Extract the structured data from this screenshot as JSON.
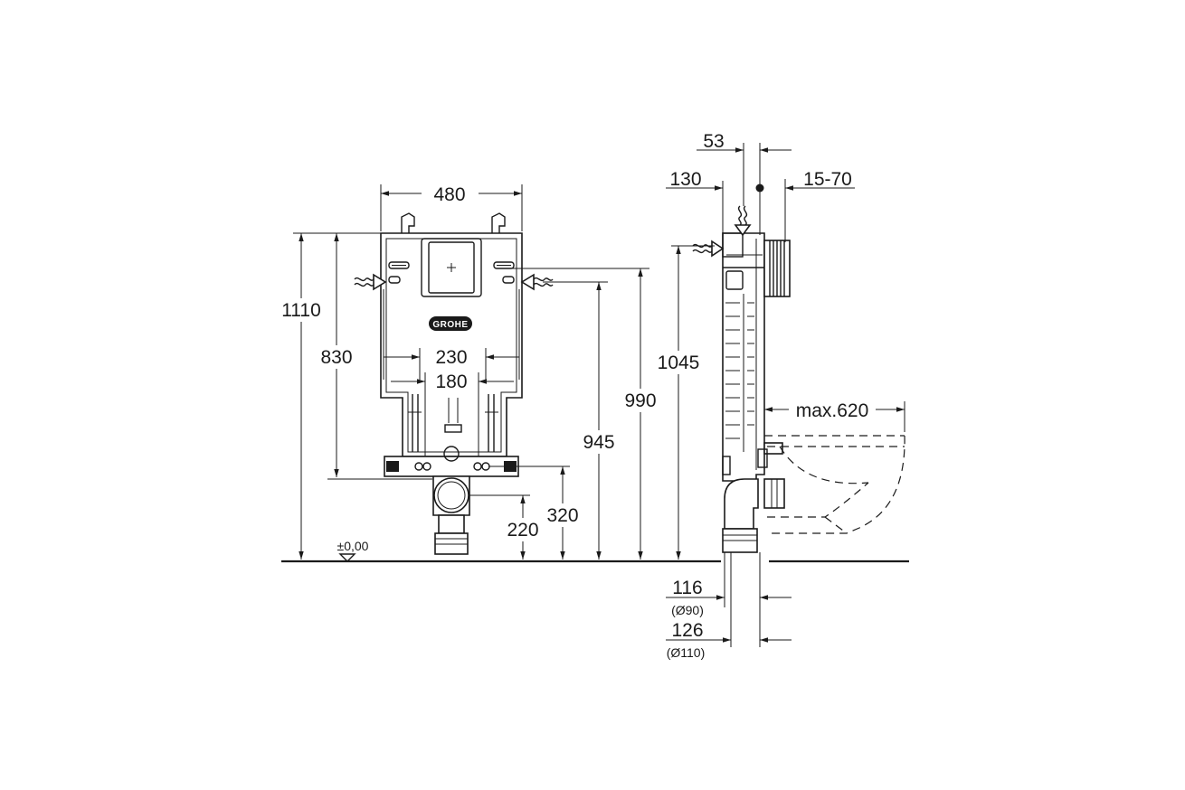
{
  "front_view": {
    "dims": {
      "width_480": "480",
      "height_1110": "1110",
      "height_830": "830",
      "spacing_230": "230",
      "spacing_180": "180",
      "height_945": "945",
      "height_990": "990",
      "height_320": "320",
      "height_220": "220"
    },
    "floor_level": "±0,00",
    "logo": "GROHE"
  },
  "side_view": {
    "dims": {
      "depth_53": "53",
      "depth_130": "130",
      "range_15_70": "15-70",
      "height_1045": "1045",
      "max_620": "max.620",
      "offset_116": "116",
      "pipe_90": "(Ø90)",
      "offset_126": "126",
      "pipe_110": "(Ø110)"
    }
  }
}
